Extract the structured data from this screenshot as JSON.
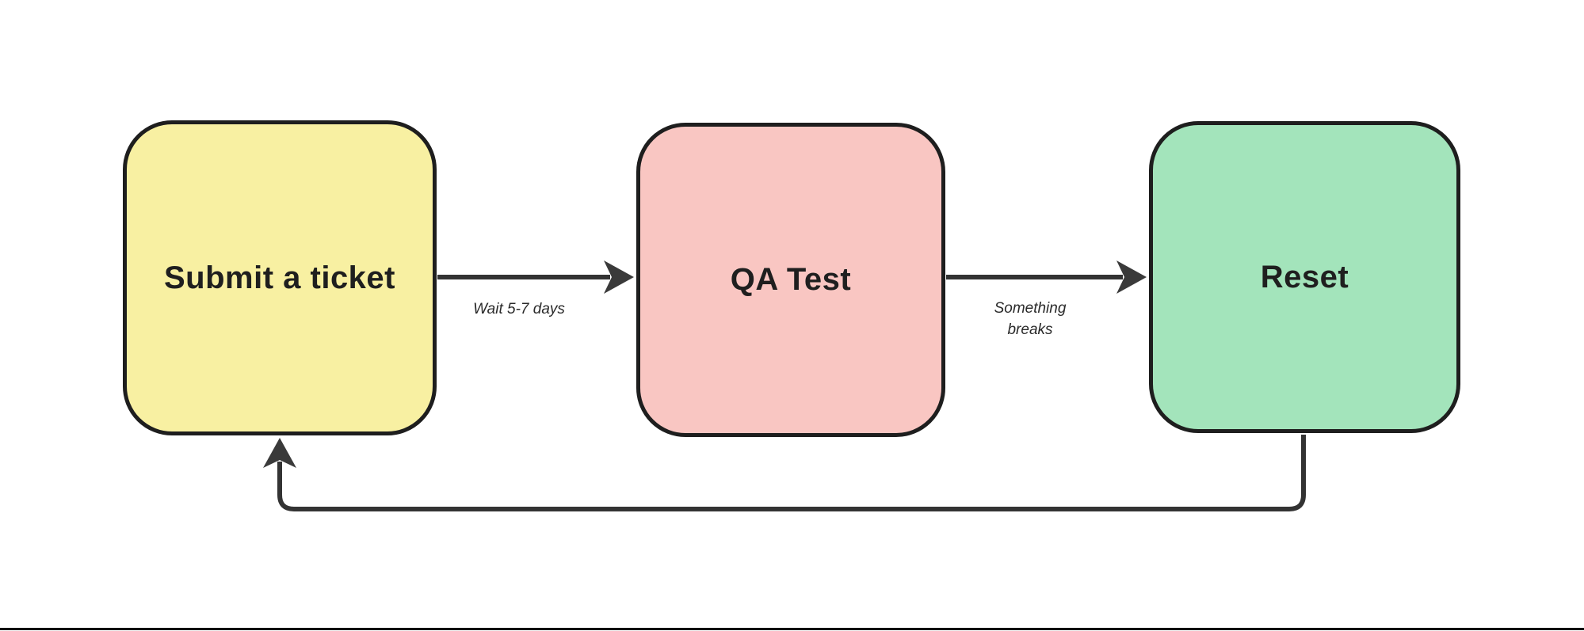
{
  "diagram": {
    "background_color": "#ffffff",
    "line_color": "#333333",
    "arrowhead_color": "#3a3a3a",
    "node_border_color": "#1e1e1e",
    "nodes": [
      {
        "label": "Submit a ticket",
        "fill": "#f8f0a2"
      },
      {
        "label": "QA Test",
        "fill": "#f9c6c2"
      },
      {
        "label": "Reset",
        "fill": "#a3e4bb"
      }
    ],
    "edges": [
      {
        "from": "Submit a ticket",
        "to": "QA Test",
        "label": "Wait 5-7 days"
      },
      {
        "from": "QA Test",
        "to": "Reset",
        "label": "Something breaks"
      },
      {
        "from": "Reset",
        "to": "Submit a ticket",
        "label": ""
      }
    ]
  },
  "footer": {
    "divider_color": "#111111"
  }
}
